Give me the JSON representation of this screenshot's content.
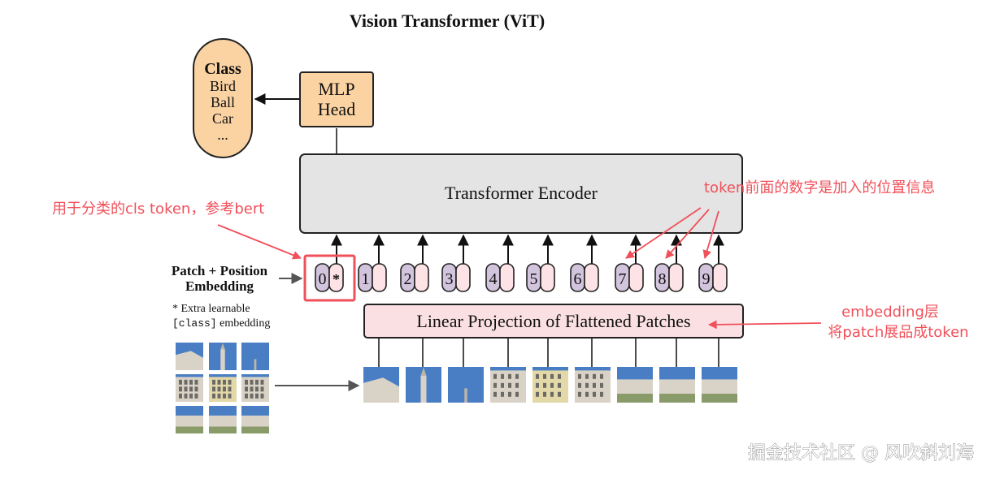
{
  "title": "Vision Transformer (ViT)",
  "class_box": {
    "heading": "Class",
    "items": [
      "Bird",
      "Ball",
      "Car",
      "..."
    ]
  },
  "mlp_head": {
    "line1": "MLP",
    "line2": "Head"
  },
  "encoder_label": "Transformer Encoder",
  "embedding_label": {
    "line1": "Patch + Position",
    "line2": "Embedding"
  },
  "extra_note": {
    "line1": "* Extra learnable",
    "line2_code": "[class]",
    "line2_text": " embedding"
  },
  "projection_label": "Linear Projection of Flattened Patches",
  "tokens": [
    {
      "number": "0",
      "mark": "*"
    },
    {
      "number": "1"
    },
    {
      "number": "2"
    },
    {
      "number": "3"
    },
    {
      "number": "4"
    },
    {
      "number": "5"
    },
    {
      "number": "6"
    },
    {
      "number": "7"
    },
    {
      "number": "8"
    },
    {
      "number": "9"
    }
  ],
  "annotations": {
    "cls_token": "用于分类的cls token，参考bert",
    "position": "token前面的数字是加入的位置信息",
    "embedding_line1": "embedding层",
    "embedding_line2": "将patch展品成token"
  },
  "watermark": "掘金技术社区 @ 风吹斜刘海",
  "colors": {
    "annotation": "#f0505a",
    "orange_box": "#fbd3a2",
    "purple_cell": "#d3c4dd",
    "pink_cell": "#fde3e6",
    "projection_box": "#fbe0e3",
    "encoder_box": "#e4e4e4",
    "sky": "#4a7ec4",
    "building": "#d9d2c6"
  }
}
